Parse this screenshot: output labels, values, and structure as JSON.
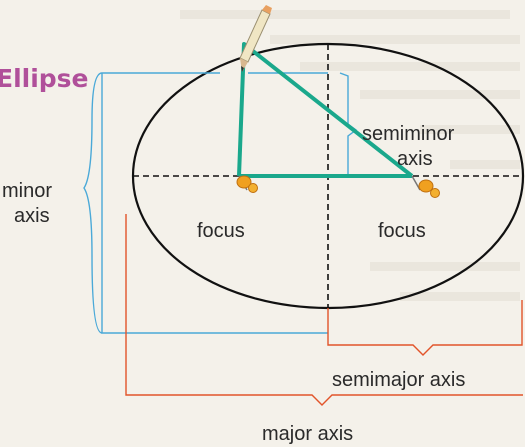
{
  "title": "Ellipse",
  "labels": {
    "minor_axis_line1": "minor",
    "minor_axis_line2": "axis",
    "semiminor_axis_line1": "semiminor",
    "semiminor_axis_line2": "axis",
    "focus_left": "focus",
    "focus_right": "focus",
    "semimajor_axis": "semimajor axis",
    "major_axis": "major axis"
  },
  "colors": {
    "string": "#1aa88c",
    "ellipse": "#111111",
    "minor_bracket": "#4aa9d8",
    "major_bracket": "#e2542a",
    "title": "#b0509a",
    "pin": "#f0a020"
  },
  "icons": [
    "pencil-icon",
    "pushpin-icon"
  ]
}
